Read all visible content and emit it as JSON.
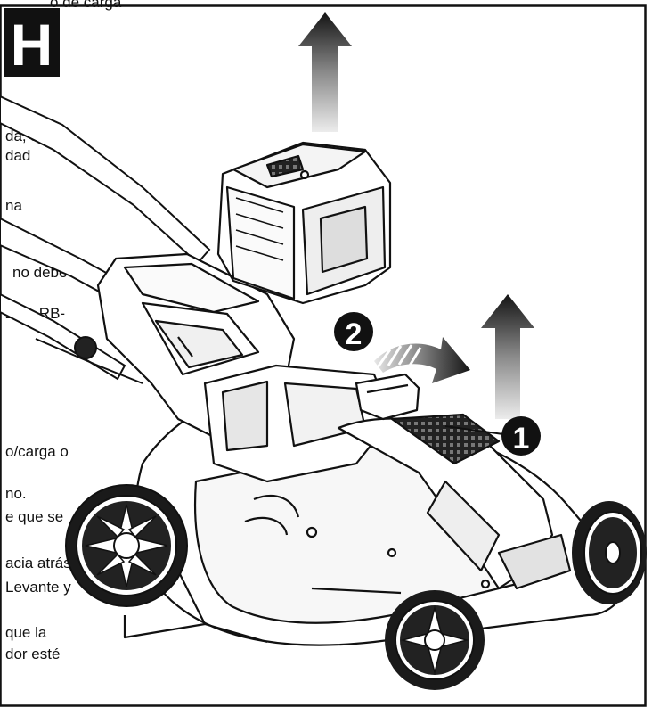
{
  "panel": {
    "letter": "H"
  },
  "callouts": [
    {
      "number": "1"
    },
    {
      "number": "2"
    }
  ],
  "text_fragments": [
    {
      "text": "o  de  carga"
    },
    {
      "text": "da,  se"
    },
    {
      "text": "dad"
    },
    {
      "text": "na"
    },
    {
      "text": "no  debe"
    },
    {
      "text": "2  ou  RB-"
    },
    {
      "text": "o/carga  o"
    },
    {
      "text": "no."
    },
    {
      "text": "e  que  se"
    },
    {
      "text": "acia  atrás"
    },
    {
      "text": "Levante  y"
    },
    {
      "text": "que  la"
    },
    {
      "text": "dor  esté"
    }
  ],
  "colors": {
    "ink": "#111111",
    "paper": "#ffffff",
    "arrow_dark": "#1a1a1a",
    "arrow_light": "#d9d9d9"
  }
}
